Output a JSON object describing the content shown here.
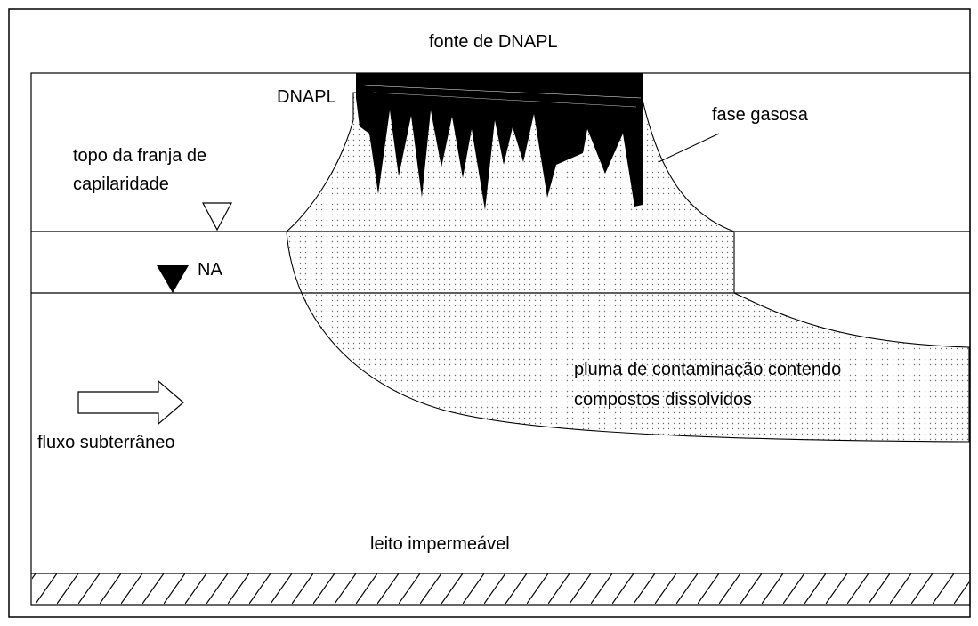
{
  "labels": {
    "source": "fonte de DNAPL",
    "dnapl": "DNAPL",
    "gas_phase": "fase gasosa",
    "capillary_line1": "topo da franja de",
    "capillary_line2": "capilaridade",
    "water_table": "NA",
    "plume_line1": "pluma de contaminação contendo",
    "plume_line2": "compostos dissolvidos",
    "flow": "fluxo subterrâneo",
    "bedrock": "leito impermeável"
  },
  "colors": {
    "line": "#000000",
    "background": "#ffffff",
    "dnapl_fill": "#000000",
    "dots": "#6e6e6e"
  },
  "icons": {
    "capillary_marker": "hollow-triangle-down",
    "water_table_marker": "filled-triangle-down",
    "flow_direction": "arrow-right",
    "bedrock": "hatch"
  }
}
